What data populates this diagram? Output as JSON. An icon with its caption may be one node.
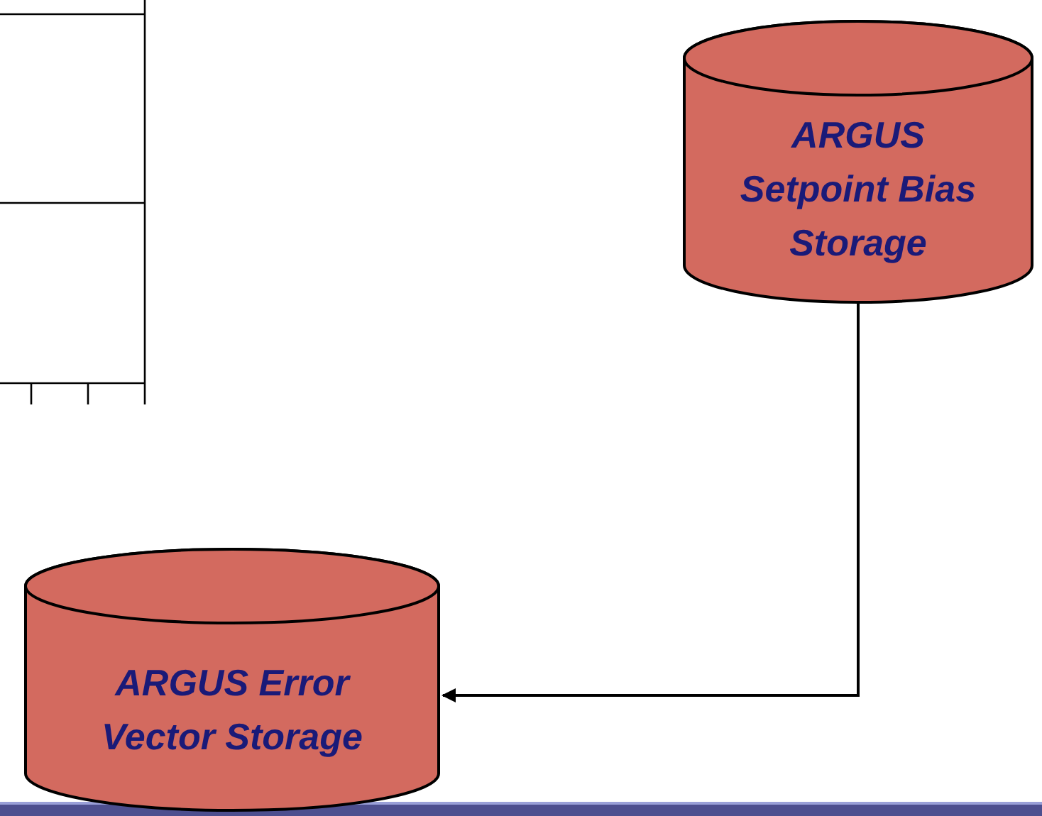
{
  "diagram": {
    "nodes": [
      {
        "text": [
          "ARGUS Setpoint Bias Storage"
        ]
      },
      {
        "text": [
          "ARGUS Error Vector Storage"
        ]
      }
    ],
    "edges": [
      {
        "from": 0,
        "to": 1,
        "arrow": "to"
      }
    ]
  }
}
